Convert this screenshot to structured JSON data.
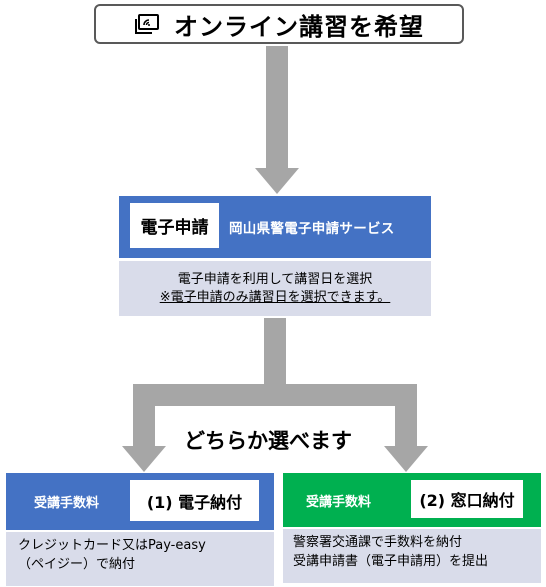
{
  "title": {
    "text": "オンライン講習を希望",
    "icon": "online-monitor-icon"
  },
  "electronic_application": {
    "label": "電子申請",
    "service_name": "岡山県警電子申請サービス",
    "desc_line1": "電子申請を利用して講習日を選択",
    "desc_line2": "※電子申請のみ講習日を選択できます。"
  },
  "choice_text": "どちらか選べます",
  "option_left": {
    "fee_label": "受講手数料",
    "method": "(1) 電子納付",
    "desc_line1": "クレジットカード又はPay-easy",
    "desc_line2": "（ペイジー）で納付"
  },
  "option_right": {
    "fee_label": "受講手数料",
    "method": "(2) 窓口納付",
    "desc_line1": "警察署交通課で手数料を納付",
    "desc_line2": "受講申請書（電子申請用）を提出"
  },
  "colors": {
    "blue": "#4472c4",
    "green": "#00b050",
    "gray": "#a6a6a6",
    "light": "#d9dcea"
  }
}
